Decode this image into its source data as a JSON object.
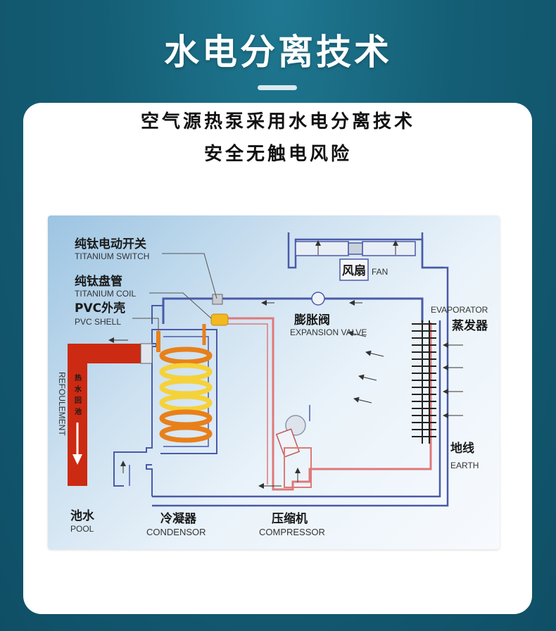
{
  "header": {
    "title": "水电分离技术"
  },
  "card": {
    "line1": "空气源热泵采用水电分离技术",
    "line2": "安全无触电风险"
  },
  "diagram": {
    "labels": {
      "titanium_switch_cn": "纯钛电动开关",
      "titanium_switch_en": "TITANIUM SWITCH",
      "titanium_coil_cn": "纯钛盘管",
      "titanium_coil_en": "TITANIUM COIL",
      "pvc_shell_cn": "PVC外壳",
      "pvc_shell_en": "PVC SHELL",
      "fan_cn": "风扇",
      "fan_en": "FAN",
      "expansion_cn": "膨胀阀",
      "expansion_en": "EXPANSION VALVE",
      "evaporator_en": "EVAPORATOR",
      "evaporator_cn": "蒸发器",
      "earth_cn": "地线",
      "earth_en": "EARTH",
      "refoulement": "REFOULEMENT",
      "hot_water_1": "热",
      "hot_water_2": "水",
      "hot_water_3": "回",
      "hot_water_4": "池",
      "pool_cn": "池水",
      "pool_en": "POOL",
      "condenser_cn": "冷凝器",
      "condenser_en": "CONDENSOR",
      "compressor_cn": "压缩机",
      "compressor_en": "COMPRESSOR"
    },
    "colors": {
      "pipe_blue": "#4a5aa8",
      "pipe_red": "#e07878",
      "hot_water": "#cc2a12",
      "coil_orange": "#e8801a",
      "coil_yellow": "#f5d23a"
    }
  }
}
